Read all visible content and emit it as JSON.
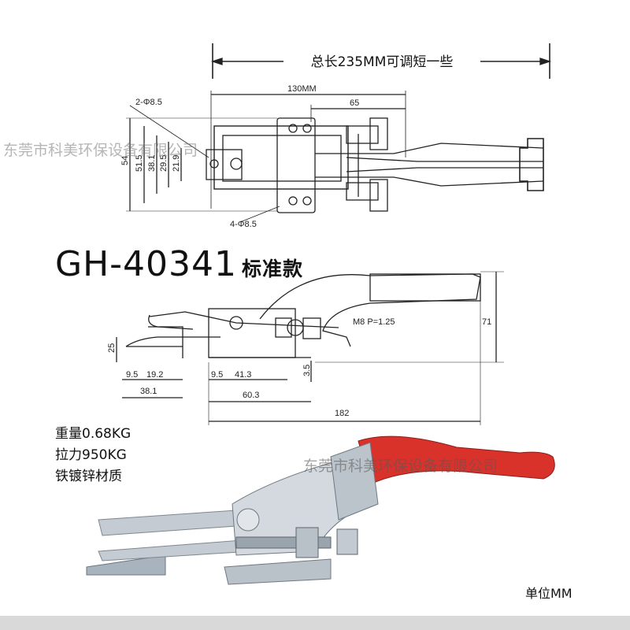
{
  "top_dimension": {
    "total_length": "总长235MM可调短一些"
  },
  "top_view": {
    "width_label": "130MM",
    "sub_width": "65",
    "hole_top": "2-Φ8.5",
    "hole_bottom": "4-Φ8.5",
    "heights": [
      "54",
      "51.5",
      "38.1",
      "29.5",
      "21.9"
    ]
  },
  "model": {
    "code": "GH-40341",
    "variant": "标准款"
  },
  "side_view": {
    "thread": "M8 P=1.25",
    "height_total": "71",
    "height_base": "25",
    "dims": [
      "9.5",
      "19.2",
      "38.1",
      "9.5",
      "41.3",
      "60.3",
      "3.5",
      "182"
    ]
  },
  "specs": {
    "weight": "重量0.68KG",
    "force": "拉力950KG",
    "material": "铁镀锌材质"
  },
  "unit_note": "单位MM",
  "watermark": "东莞市科美环保设备有限公司",
  "colors": {
    "handle_red": "#d8322b",
    "metal": "#c4cbd2"
  }
}
